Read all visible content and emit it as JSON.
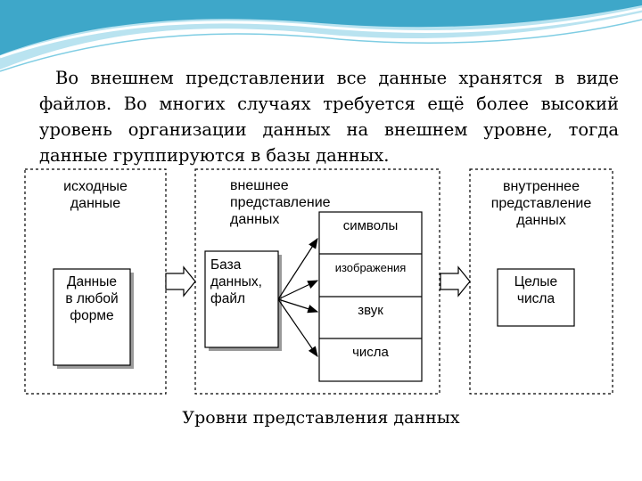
{
  "intro_text": "Во внешнем представлении все данные хранятся в виде файлов. Во многих случаях требуется ещё более высокий уровень организации данных на внешнем уровне, тогда данные группируются в базы данных.",
  "panels": {
    "source": {
      "title_lines": [
        "исходные",
        "данные"
      ],
      "box_lines": [
        "Данные",
        "в любой",
        "форме"
      ]
    },
    "external": {
      "title_lines": [
        "внешнее",
        "представление",
        "данных"
      ],
      "db_lines": [
        "База",
        "данных,",
        "файл"
      ],
      "types": [
        "символы",
        "изображения",
        "звук",
        "числа"
      ]
    },
    "internal": {
      "title_lines": [
        "внутреннее",
        "представление",
        "данных"
      ],
      "box_lines": [
        "Целые",
        "числа"
      ]
    }
  },
  "caption": "Уровни представления данных",
  "colors": {
    "wave_dark": "#3ea7c9",
    "wave_light": "#b9e3f0",
    "line": "#000000"
  }
}
